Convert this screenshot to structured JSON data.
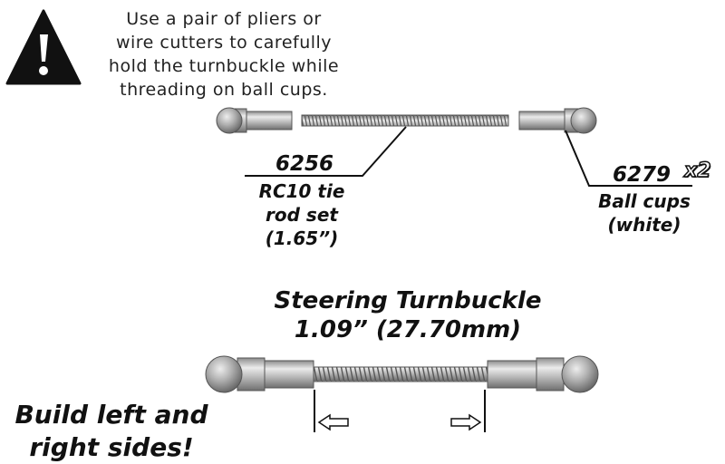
{
  "warning": {
    "lines": [
      "Use a pair of pliers or",
      "wire cutters to carefully",
      "hold the turnbuckle while",
      "threading on ball cups."
    ]
  },
  "parts": {
    "tie_rod": {
      "number": "6256",
      "name_lines": [
        "RC10 tie",
        "rod set",
        "(1.65”)"
      ]
    },
    "ball_cups": {
      "number": "6279",
      "qty": "x2",
      "name_lines": [
        "Ball cups",
        "(white)"
      ]
    }
  },
  "assembly": {
    "title_lines": [
      "Steering Turnbuckle",
      "1.09” (27.70mm)"
    ]
  },
  "note": {
    "lines": [
      "Build left and",
      "right sides!"
    ]
  },
  "colors": {
    "metal_light": "#e6e6e6",
    "metal_mid": "#a9a9a9",
    "metal_dark": "#6f6f6f",
    "ink": "#111111"
  }
}
